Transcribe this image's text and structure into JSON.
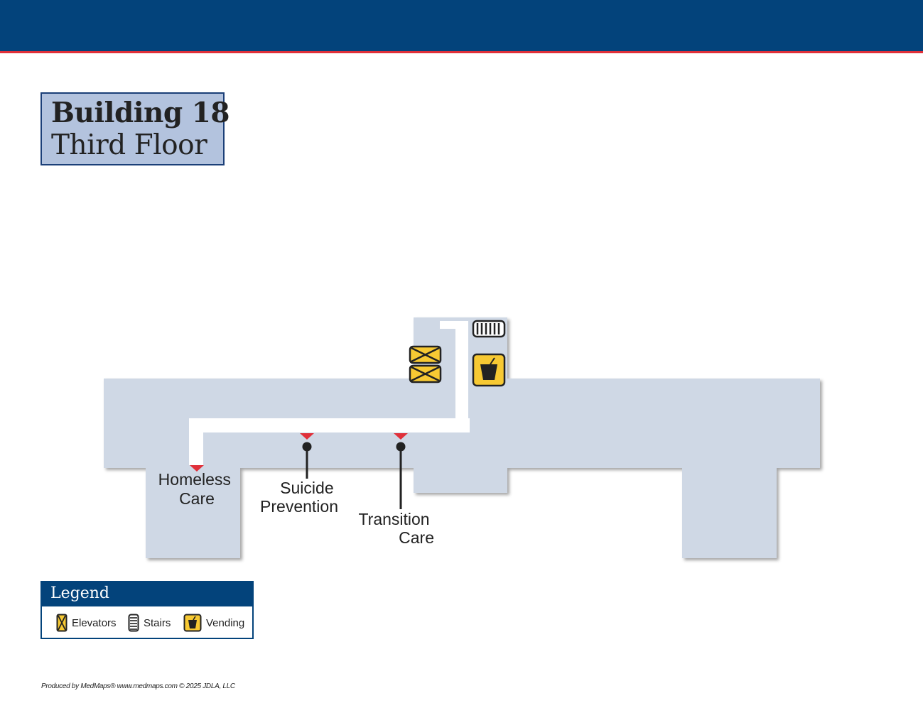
{
  "title": {
    "building": "Building 18",
    "floor": "Third Floor"
  },
  "locations": [
    {
      "name_line1": "Homeless",
      "name_line2": "Care"
    },
    {
      "name_line1": "Suicide",
      "name_line2": "Prevention"
    },
    {
      "name_line1": "Transition",
      "name_line2": "Care"
    }
  ],
  "legend": {
    "title": "Legend",
    "items": [
      {
        "label": "Elevators",
        "icon": "elevator-icon"
      },
      {
        "label": "Stairs",
        "icon": "stairs-icon"
      },
      {
        "label": "Vending",
        "icon": "vending-icon"
      }
    ]
  },
  "footer": "Produced by MedMaps®   www.medmaps.com   © 2025 JDLA, LLC",
  "colors": {
    "header": "#03437b",
    "accent_line": "#e0303a",
    "floor": "#cfd8e5",
    "path": "#ffffff",
    "marker": "#e0303a",
    "icon_fill": "#f7c933"
  }
}
